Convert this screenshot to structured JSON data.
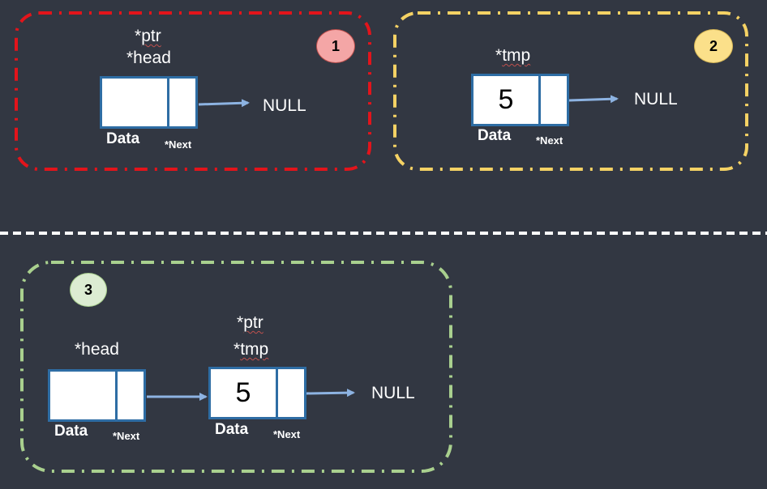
{
  "panels": [
    {
      "step": "1",
      "badge_color": "#f4a6a6",
      "border_color": "#e3141b",
      "pointer_labels": [
        "*ptr",
        "*head"
      ],
      "nodes": [
        {
          "data": "",
          "data_label": "Data",
          "next_label": "*Next"
        }
      ],
      "terminal": "NULL"
    },
    {
      "step": "2",
      "badge_color": "#fbe08a",
      "border_color": "#f5d264",
      "pointer_labels": [
        "*tmp"
      ],
      "nodes": [
        {
          "data": "5",
          "data_label": "Data",
          "next_label": "*Next"
        }
      ],
      "terminal": "NULL"
    },
    {
      "step": "3",
      "badge_color": "#dcecd2",
      "border_color": "#a9d08e",
      "head_label": "*head",
      "pointer_labels": [
        "*ptr",
        "*tmp"
      ],
      "nodes": [
        {
          "data": "",
          "data_label": "Data",
          "next_label": "*Next"
        },
        {
          "data": "5",
          "data_label": "Data",
          "next_label": "*Next"
        }
      ],
      "terminal": "NULL"
    }
  ],
  "colors": {
    "background": "#323742",
    "node_border": "#2e6da4",
    "arrow": "#8db3e2",
    "separator": "#ffffff"
  }
}
